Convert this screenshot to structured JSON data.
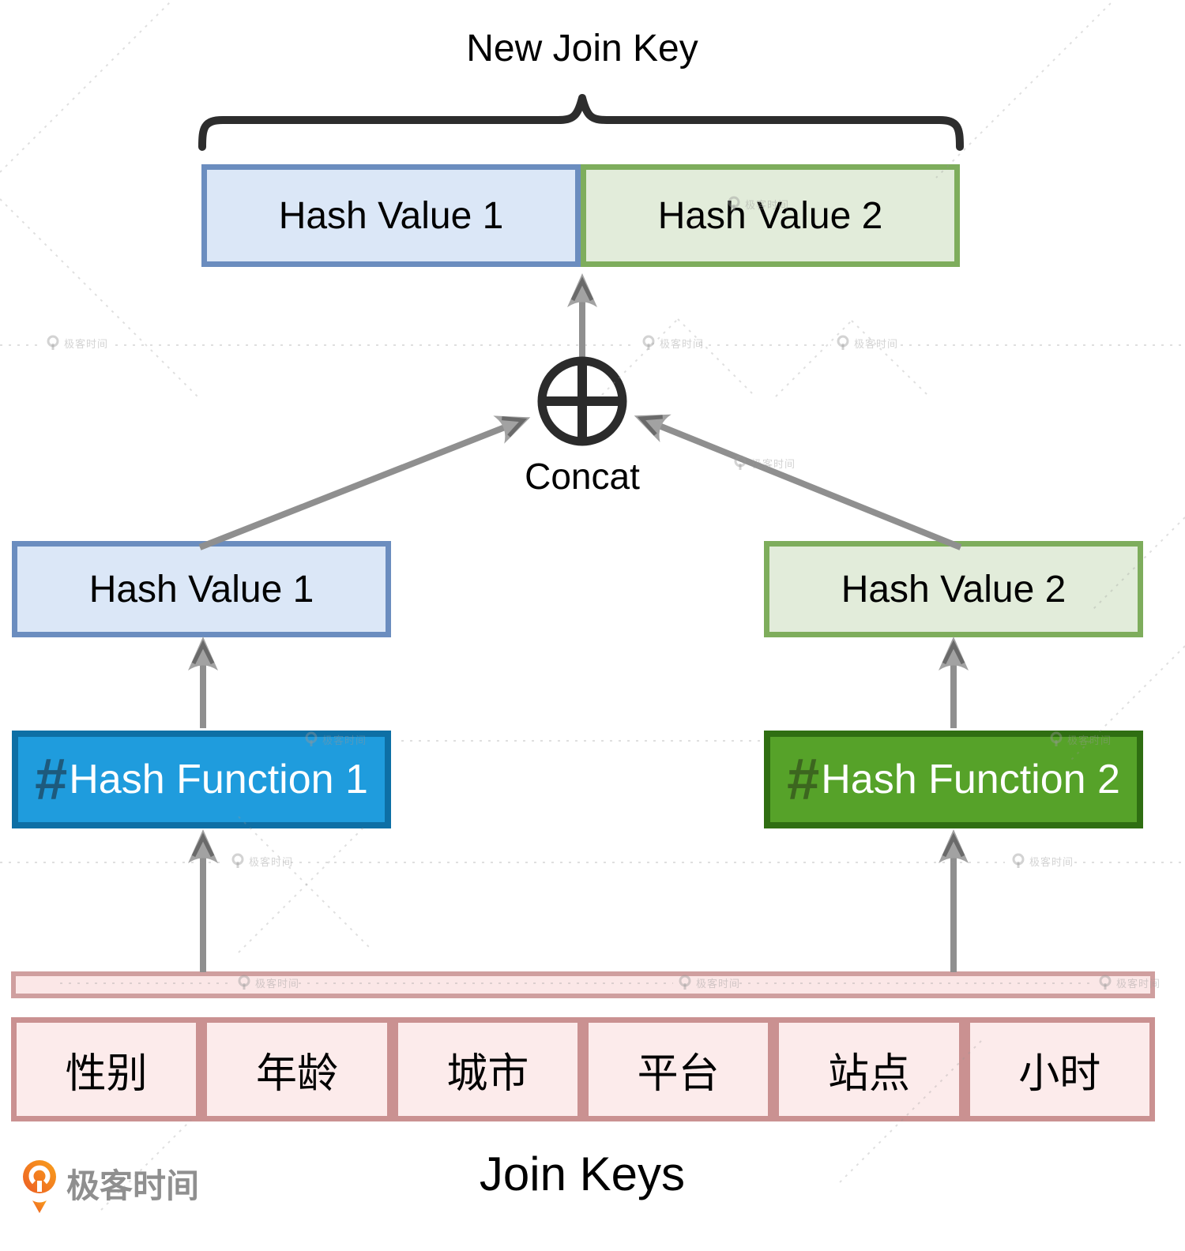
{
  "diagram": {
    "title": "New Join Key",
    "top_boxes": {
      "hash_value_1": "Hash Value 1",
      "hash_value_2": "Hash Value 2"
    },
    "concat_node": {
      "label": "Concat",
      "symbol": "circle-plus"
    },
    "mid_boxes": {
      "hash_value_1": "Hash Value 1",
      "hash_value_2": "Hash Value 2"
    },
    "function_boxes": {
      "hash_symbol": "#",
      "hash_function_1": "Hash Function 1",
      "hash_function_2": "Hash Function 2"
    },
    "join_keys_table": {
      "columns": [
        "性别",
        "年龄",
        "城市",
        "平台",
        "站点",
        "小时"
      ]
    },
    "caption": "Join Keys",
    "branding": {
      "logo_text": "极客时间"
    },
    "watermark_text": "极客时间",
    "icons": {
      "concat": "circle-plus-icon",
      "hash": "hash-icon",
      "brand": "geektime-logo-icon",
      "watermark": "geektime-watermark-icon",
      "brace": "curly-brace"
    },
    "colors": {
      "hash_value_blue_fill": "#dbe7f7",
      "hash_value_blue_border": "#6b8dbf",
      "hash_value_green_fill": "#e2ecda",
      "hash_value_green_border": "#7ead5c",
      "hash_function_blue_fill": "#1f9cdd",
      "hash_function_blue_border": "#0d6fa5",
      "hash_function_green_fill": "#56a229",
      "hash_function_green_border": "#2f6e12",
      "table_pink_fill": "#fcebeb",
      "table_pink_border": "#ca9191",
      "arrow_gray": "#8f8f8f",
      "ink": "#2d2d2d",
      "logo_orange": "#f37c20"
    }
  }
}
